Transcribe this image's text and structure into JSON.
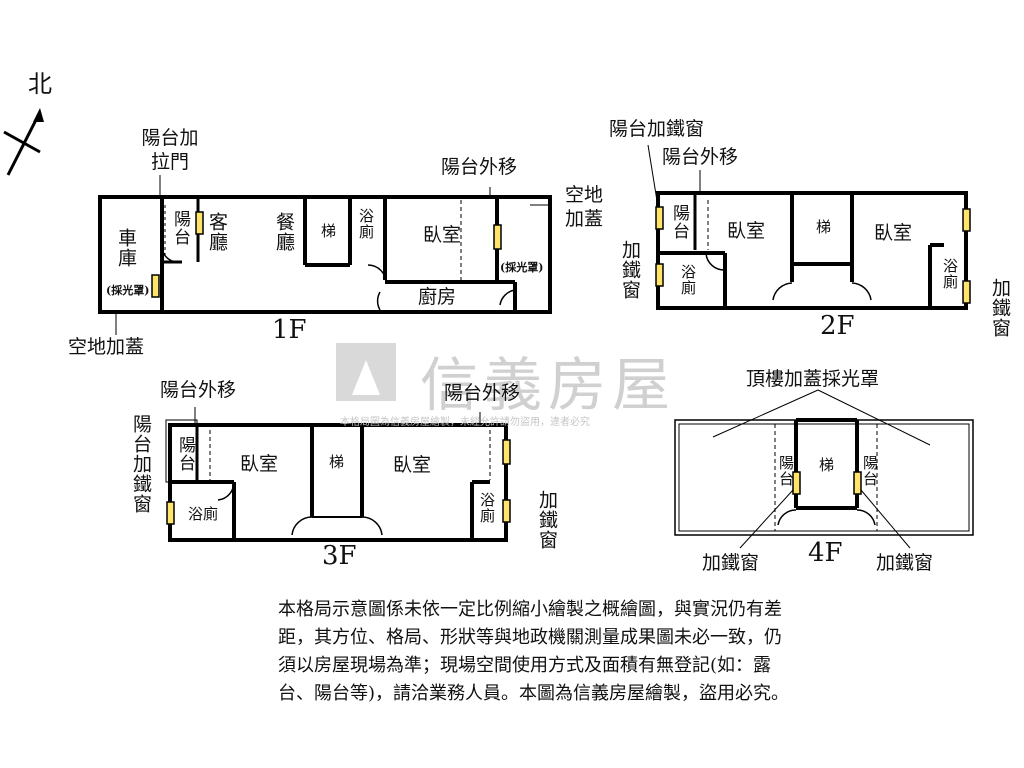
{
  "compass": {
    "north": "北"
  },
  "watermark": {
    "brand": "信義房屋",
    "subtitle": "本格局圖為信義房屋繪製，未經允許請勿盜用，違者必究"
  },
  "floors": {
    "f1": {
      "name": "1F",
      "garage": "車庫",
      "skylight": "(採光罩)",
      "balcony": "陽台",
      "living": "客廳",
      "dining": "餐廳",
      "stairs": "梯",
      "bath": "浴廁",
      "bedroom": "臥室",
      "kitchen": "廚房",
      "skylight2": "(採光罩)",
      "ann_balcony_door": "陽台加拉門",
      "ann_balcony_moved": "陽台外移",
      "ann_covered_top": "空地加蓋",
      "ann_covered_bottom": "空地加蓋"
    },
    "f2": {
      "name": "2F",
      "balcony": "陽台",
      "bedroom_left": "臥室",
      "stairs": "梯",
      "bedroom_right": "臥室",
      "bath_left": "浴廁",
      "bath_right": "浴廁",
      "ann_balcony_window": "陽台加鐵窗",
      "ann_balcony_moved": "陽台外移",
      "ann_window_left": "加鐵窗",
      "ann_window_right": "加鐵窗"
    },
    "f3": {
      "name": "3F",
      "balcony": "陽台",
      "bedroom_left": "臥室",
      "stairs": "梯",
      "bedroom_right": "臥室",
      "bath_left": "浴廁",
      "bath_right": "浴廁",
      "ann_balcony_moved_left": "陽台外移",
      "ann_balcony_moved_right": "陽台外移",
      "ann_balcony_window": "陽台加鐵窗",
      "ann_window_right": "加鐵窗"
    },
    "f4": {
      "name": "4F",
      "stairs": "梯",
      "balcony_left": "陽台",
      "balcony_right": "陽台",
      "ann_roof": "頂樓加蓋採光罩",
      "ann_window_left": "加鐵窗",
      "ann_window_right": "加鐵窗"
    }
  },
  "disclaimer": [
    "本格局示意圖係未依一定比例縮小繪製之概繪圖，與實況仍有差",
    "距，其方位、格局、形狀等與地政機關測量成果圖未必一致，仍",
    "須以房屋現場為準；現場空間使用方式及面積有無登記(如：露",
    "台、陽台等)，請洽業務人員。本圖為信義房屋繪製，盜用必究。"
  ]
}
